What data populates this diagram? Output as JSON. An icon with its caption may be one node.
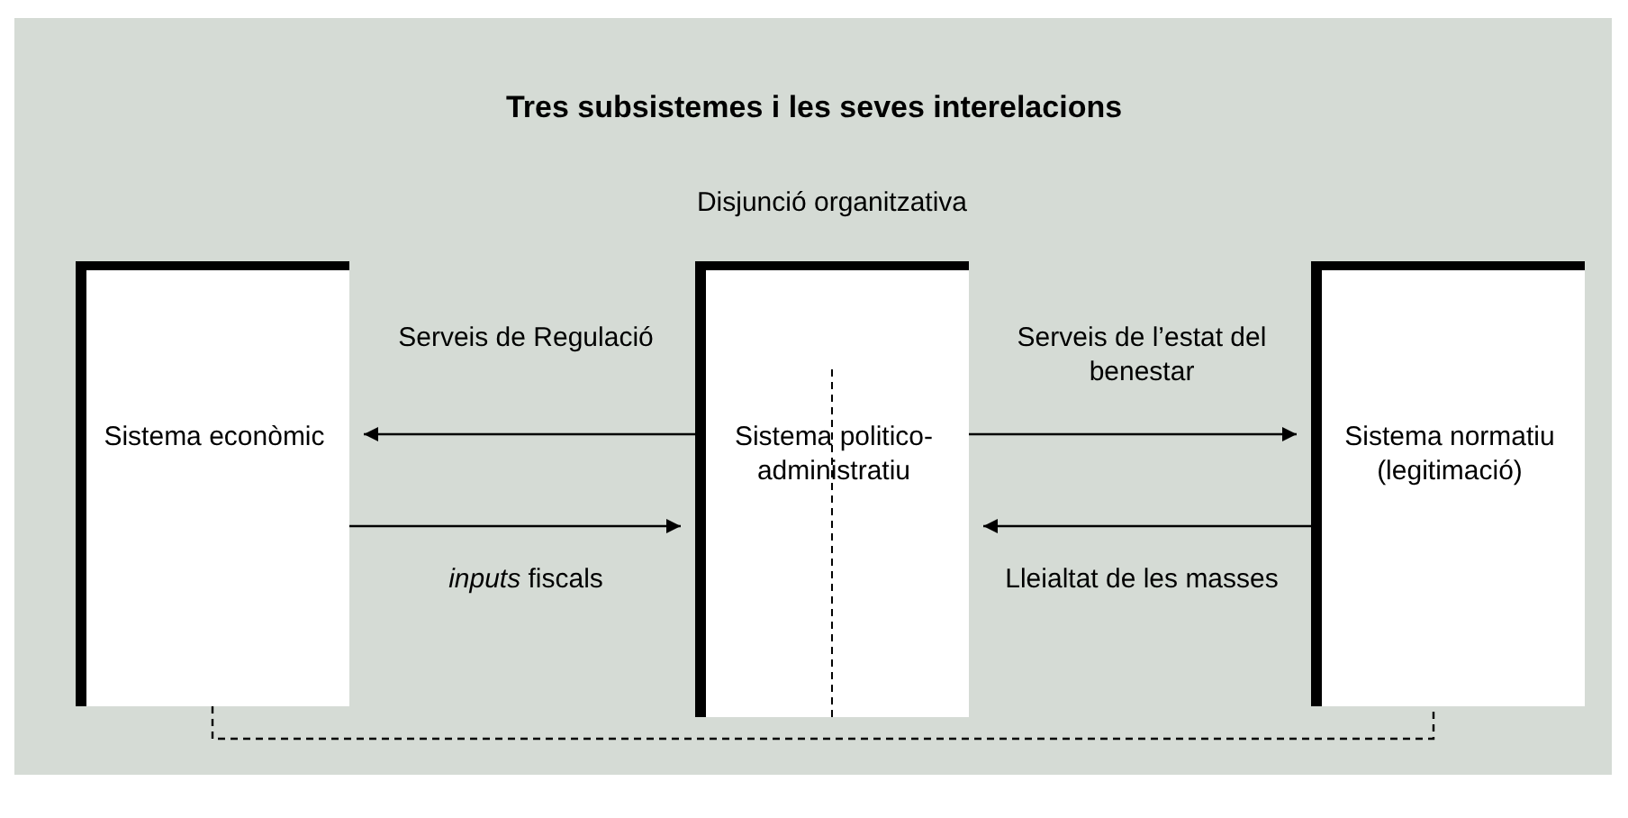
{
  "diagram": {
    "title": "Tres subsistemes i les seves interelacions",
    "nodes": [
      {
        "text": [
          "Sistema econòmic"
        ]
      },
      {
        "text": [
          "Disjunció organitzativa",
          "Sistema politico-administratiu"
        ]
      },
      {
        "text": [
          "Sistema normatiu (legitimació)"
        ]
      }
    ],
    "edges": [
      {
        "from": 1,
        "to": 0,
        "arrow": "to",
        "label": "Serveis de Regulació"
      },
      {
        "from": 0,
        "to": 1,
        "arrow": "to",
        "label": "*inputs* fiscals"
      },
      {
        "from": 1,
        "to": 2,
        "arrow": "to",
        "label": "Serveis de l’estat del benestar"
      },
      {
        "from": 2,
        "to": 1,
        "arrow": "to",
        "label": "Lleialtat de les masses"
      },
      {
        "from": 0,
        "to": 2,
        "arrow": "none",
        "style": "dashed"
      }
    ]
  }
}
